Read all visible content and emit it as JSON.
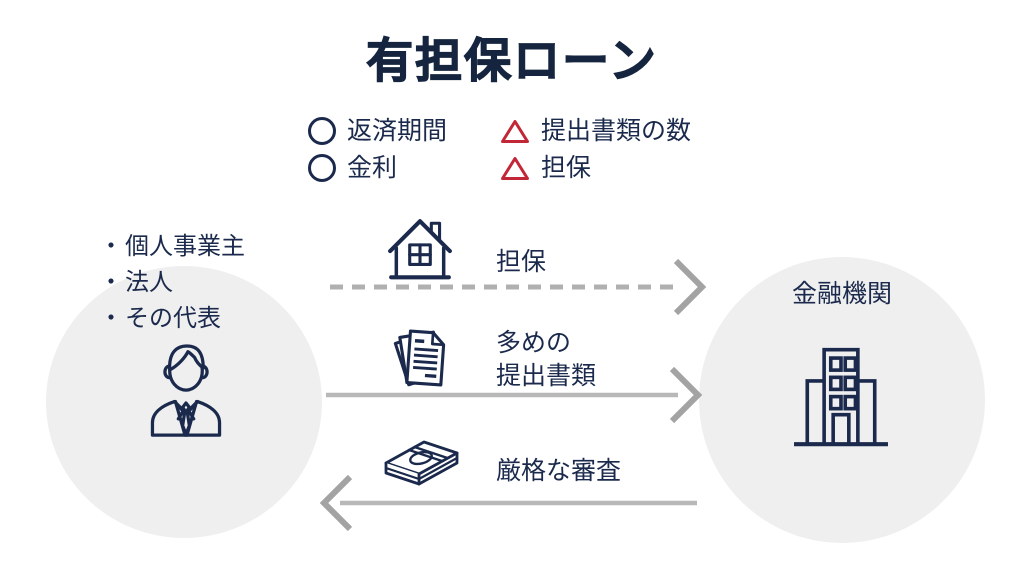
{
  "title": "有担保ローン",
  "colors": {
    "navy": "#1b2a4c",
    "red": "#c22737",
    "arrow_gray": "#b0b0b0",
    "arrowhead_gray": "#a3a3a3",
    "circle_bg_gray": "#efeff0"
  },
  "legend": {
    "pros": [
      {
        "symbol": "circle",
        "label": "返済期間"
      },
      {
        "symbol": "circle",
        "label": "金利"
      }
    ],
    "cons": [
      {
        "symbol": "triangle",
        "label": "提出書類の数"
      },
      {
        "symbol": "triangle",
        "label": "担保"
      }
    ]
  },
  "borrower": {
    "bullet_char": "・",
    "items": [
      "個人事業主",
      "法人",
      "その代表"
    ],
    "icon": "businessman-icon"
  },
  "lender": {
    "label": "金融機関",
    "icon": "bank-building-icon"
  },
  "flows": [
    {
      "id": "collateral",
      "icon": "house-icon",
      "label": "担保",
      "direction": "left-to-right",
      "line_style": "dashed"
    },
    {
      "id": "documents",
      "icon": "documents-icon",
      "label": "多めの",
      "label2": "提出書類",
      "direction": "left-to-right",
      "line_style": "solid"
    },
    {
      "id": "screening",
      "icon": "money-icon",
      "label": "厳格な審査",
      "direction": "right-to-left",
      "line_style": "solid"
    }
  ]
}
